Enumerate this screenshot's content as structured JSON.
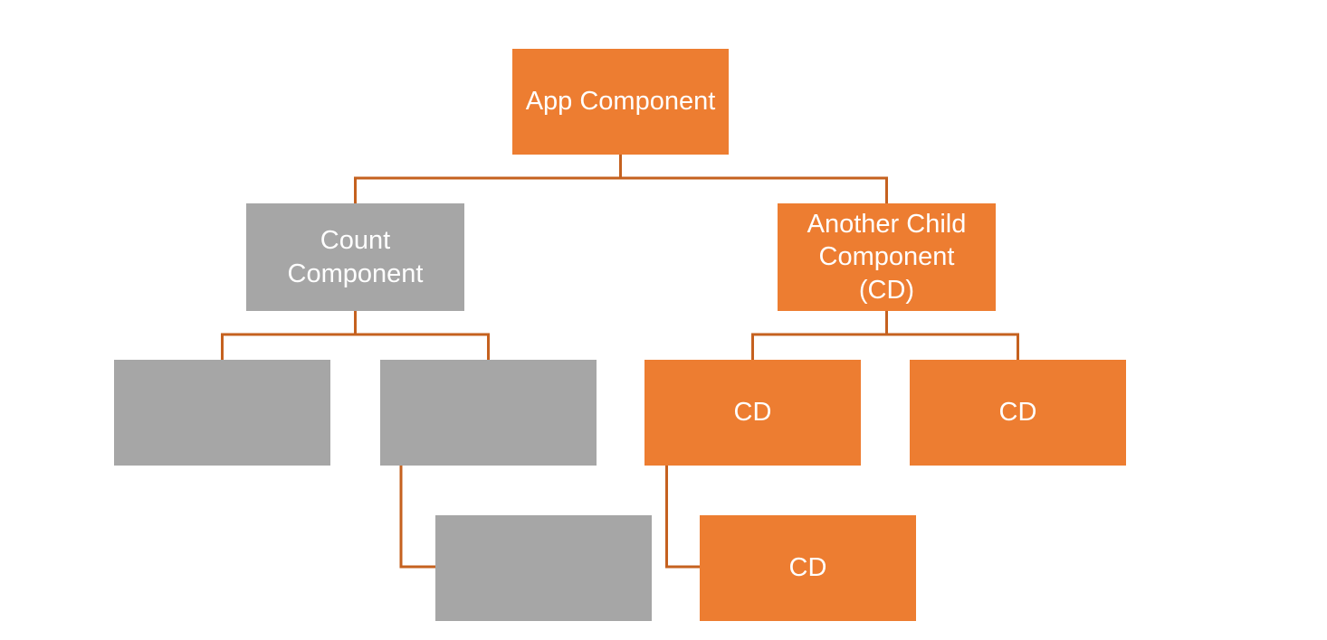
{
  "diagram": {
    "description": "component-tree",
    "colors": {
      "active_node": "#ED7D31",
      "inactive_node": "#A6A6A6",
      "connector": "#C5611F",
      "node_text": "#FFFFFF",
      "background": "#FFFFFF"
    },
    "nodes": {
      "app": {
        "label": "App Component",
        "state": "active"
      },
      "count": {
        "label": "Count Component",
        "state": "inactive"
      },
      "another": {
        "label": "Another Child Component (CD)",
        "state": "active"
      },
      "count_c1": {
        "label": "",
        "state": "inactive"
      },
      "count_c2": {
        "label": "",
        "state": "inactive"
      },
      "cd_c1": {
        "label": "CD",
        "state": "active"
      },
      "cd_c2": {
        "label": "CD",
        "state": "active"
      },
      "count_gc": {
        "label": "",
        "state": "inactive"
      },
      "cd_gc": {
        "label": "CD",
        "state": "active"
      }
    },
    "hierarchy": {
      "id": "app",
      "children": [
        {
          "id": "count",
          "children": [
            {
              "id": "count_c1",
              "children": []
            },
            {
              "id": "count_c2",
              "children": [
                {
                  "id": "count_gc",
                  "children": []
                }
              ]
            }
          ]
        },
        {
          "id": "another",
          "children": [
            {
              "id": "cd_c1",
              "children": [
                {
                  "id": "cd_gc",
                  "children": []
                }
              ]
            },
            {
              "id": "cd_c2",
              "children": []
            }
          ]
        }
      ]
    }
  }
}
